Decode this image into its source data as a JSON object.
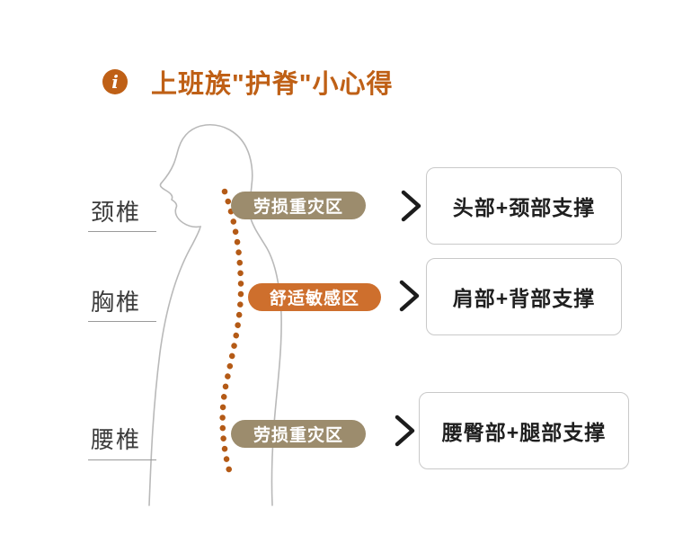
{
  "header": {
    "info_icon": "i",
    "title": "上班族\"护脊\"小心得"
  },
  "colors": {
    "accent_orange": "#bf6016",
    "pill_olive": "#9c8c6d",
    "pill_orange": "#ce6f2d",
    "spine_dots": "#b45a16",
    "body_outline": "#b9b9b9",
    "chevron": "#1c1c1c",
    "box_border": "#c9c9c9"
  },
  "rows": [
    {
      "spine_label": "颈椎",
      "zone_pill": "劳损重灾区",
      "pill_color": "#9c8c6d",
      "support_text": "头部+颈部支撑"
    },
    {
      "spine_label": "胸椎",
      "zone_pill": "舒适敏感区",
      "pill_color": "#ce6f2d",
      "support_text": "肩部+背部支撑"
    },
    {
      "spine_label": "腰椎",
      "zone_pill": "劳损重灾区",
      "pill_color": "#9c8c6d",
      "support_text": "腰臀部+腿部支撑"
    }
  ]
}
